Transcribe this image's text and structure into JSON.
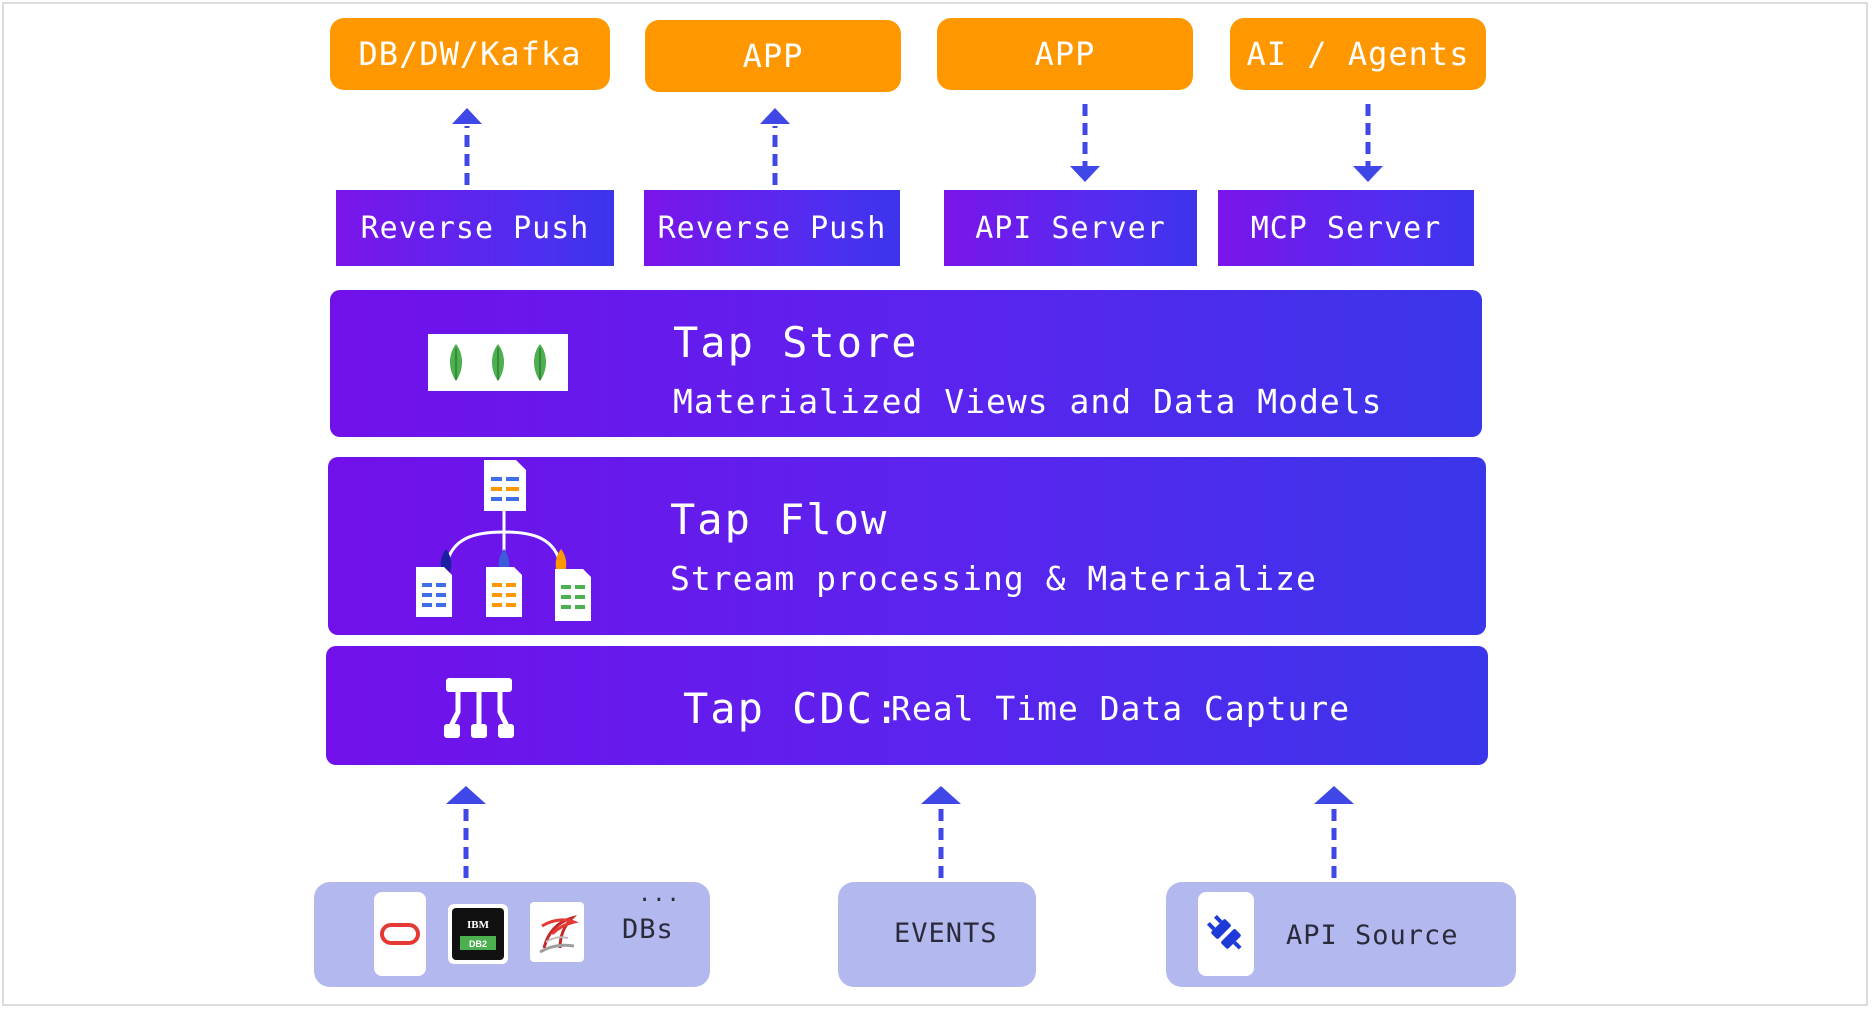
{
  "targets": [
    {
      "label": "DB/DW/Kafka"
    },
    {
      "label": "APP"
    },
    {
      "label": "APP"
    },
    {
      "label": "AI / Agents"
    }
  ],
  "services": [
    {
      "label": "Reverse Push"
    },
    {
      "label": "Reverse Push"
    },
    {
      "label": "API Server"
    },
    {
      "label": "MCP Server"
    }
  ],
  "tap_store": {
    "title": "Tap Store",
    "subtitle": "Materialized Views and Data Models"
  },
  "tap_flow": {
    "title": "Tap Flow",
    "subtitle": "Stream processing & Materialize"
  },
  "tap_cdc": {
    "title": "Tap CDC:",
    "subtitle": "Real Time Data Capture"
  },
  "sources": {
    "dbs": {
      "label": "DBs",
      "more": "...",
      "ibm_text": "IBM",
      "db2_text": "DB2"
    },
    "events": {
      "label": "EVENTS"
    },
    "api": {
      "label": "API Source"
    }
  },
  "colors": {
    "orange": "#ff9800",
    "purple_start": "#7210ea",
    "purple_end": "#3a36ea",
    "arrow_blue": "#3f47e6",
    "source_box": "#b3b9ee",
    "leaf_green": "#4caf50"
  },
  "icons": {
    "tap_store": "mongodb-leaf-icon",
    "tap_flow": "document-tree-icon",
    "tap_cdc": "pipeline-split-icon",
    "oracle": "oracle-icon",
    "ibm_db2": "ibm-db2-icon",
    "sql_server": "sql-server-icon",
    "api": "plug-icon"
  }
}
